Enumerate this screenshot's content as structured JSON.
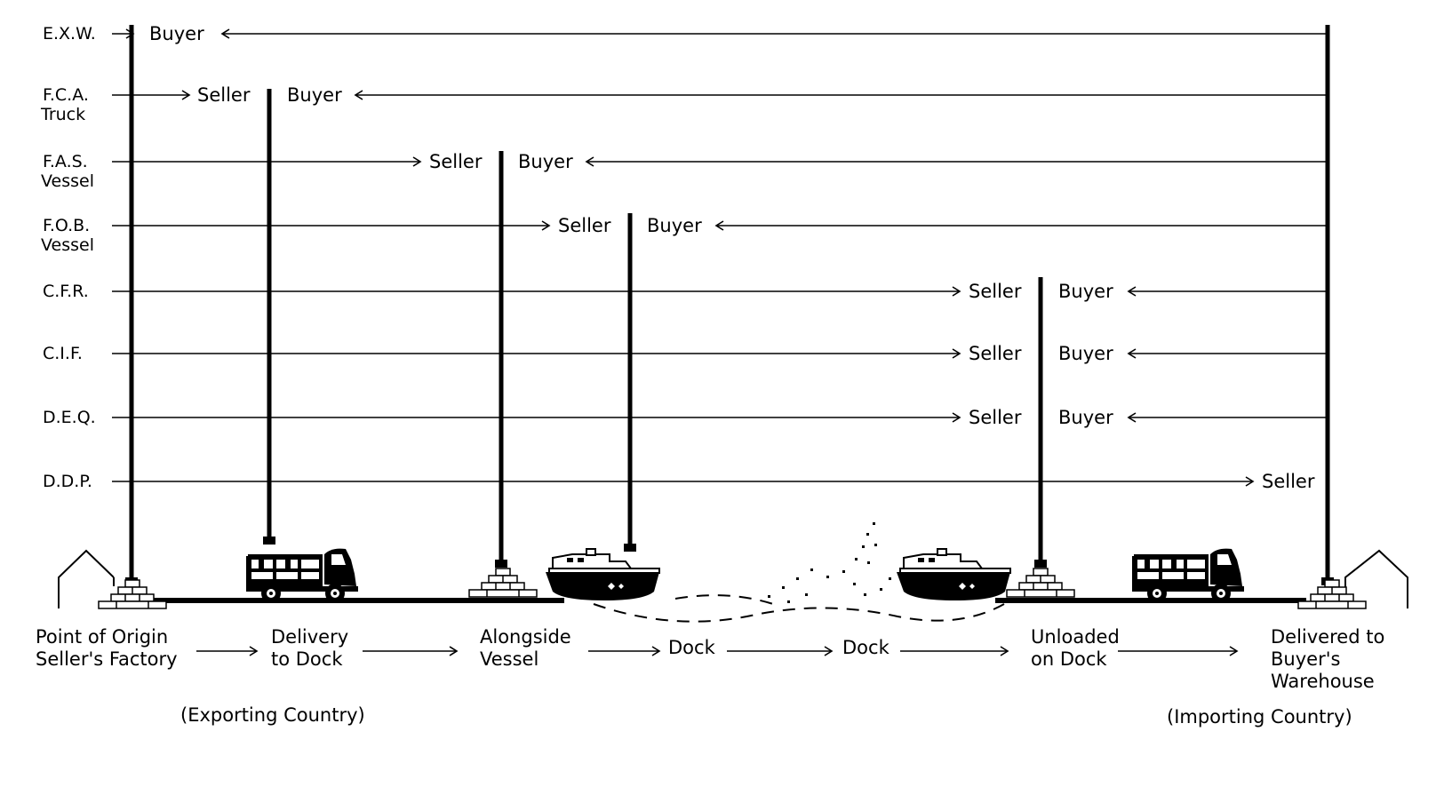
{
  "terms": [
    {
      "code": "E.X.W.",
      "mode": "",
      "seller": "",
      "buyer": "Buyer",
      "split": "origin"
    },
    {
      "code": "F.C.A.",
      "mode": "Truck",
      "seller": "Seller",
      "buyer": "Buyer",
      "split": "truck"
    },
    {
      "code": "F.A.S.",
      "mode": "Vessel",
      "seller": "Seller",
      "buyer": "Buyer",
      "split": "alongside"
    },
    {
      "code": "F.O.B.",
      "mode": "Vessel",
      "seller": "Seller",
      "buyer": "Buyer",
      "split": "ship"
    },
    {
      "code": "C.F.R.",
      "mode": "",
      "seller": "Seller",
      "buyer": "Buyer",
      "split": "unloaded"
    },
    {
      "code": "C.I.F.",
      "mode": "",
      "seller": "Seller",
      "buyer": "Buyer",
      "split": "unloaded"
    },
    {
      "code": "D.E.Q.",
      "mode": "",
      "seller": "Seller",
      "buyer": "Buyer",
      "split": "unloaded"
    },
    {
      "code": "D.D.P.",
      "mode": "",
      "seller": "Seller",
      "buyer": "",
      "split": "warehouse"
    }
  ],
  "stages": [
    {
      "lines": [
        "Point of Origin",
        "Seller's Factory"
      ]
    },
    {
      "lines": [
        "Delivery",
        "to Dock"
      ]
    },
    {
      "lines": [
        "Alongside",
        "Vessel"
      ]
    },
    {
      "lines": [
        "Dock"
      ]
    },
    {
      "lines": [
        "Dock"
      ]
    },
    {
      "lines": [
        "Unloaded",
        "on Dock"
      ]
    },
    {
      "lines": [
        "Delivered to",
        "Buyer's",
        "Warehouse"
      ]
    }
  ],
  "regions": {
    "exporting": "(Exporting Country)",
    "importing": "(Importing Country)"
  },
  "icons": {
    "origin_building": "factory-house-icon",
    "destination_building": "warehouse-house-icon",
    "truck": "truck-icon",
    "ship": "ship-icon",
    "pallet": "pallet-icon"
  },
  "colors": {
    "ink": "#000000",
    "background": "#ffffff"
  }
}
